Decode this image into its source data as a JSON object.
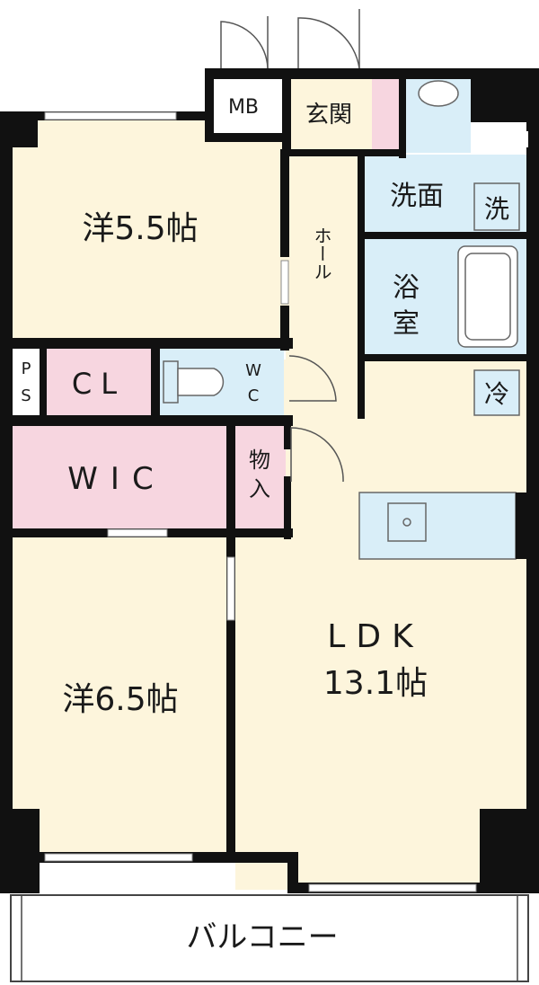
{
  "rooms": {
    "mb": "MB",
    "entrance": "玄関",
    "washroom": "洗面",
    "washer": "洗",
    "hall": "ホール",
    "bath_line1": "浴",
    "bath_line2": "室",
    "fridge": "冷",
    "bedroom1": "洋5.5帖",
    "ps_line1": "P",
    "ps_line2": "S",
    "cl": "CL",
    "wc_line1": "W",
    "wc_line2": "C",
    "wic": "WIC",
    "storage_line1": "物",
    "storage_line2": "入",
    "ldk_line1": "LDK",
    "ldk_line2": "13.1帖",
    "bedroom2": "洋6.5帖",
    "balcony": "バルコニー"
  },
  "colors": {
    "wall": "#111111",
    "room_beige": "#fdf5dc",
    "wet_blue": "#d9eef8",
    "closet_pink": "#f7d6e0",
    "balcony_white": "#ffffff"
  }
}
